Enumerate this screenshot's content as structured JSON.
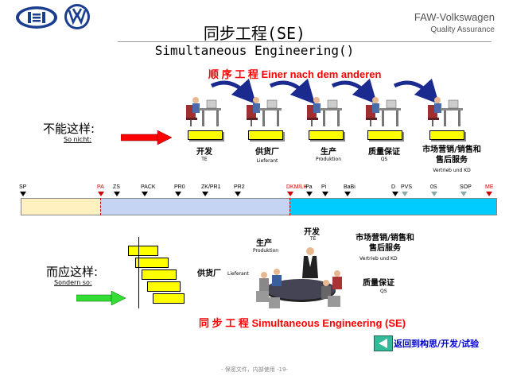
{
  "header": {
    "brand_name": "FAW-Volkswagen",
    "brand_sub": "Quality Assurance",
    "title_cn": "同步工程(SE)",
    "title_en": "Simultaneous Engineering()"
  },
  "sequential": {
    "title": "顺 序 工 程 Einer nach dem anderen",
    "not_like_cn": "不能这样:",
    "not_like_de": "So nicht:",
    "stages": [
      {
        "cn": "开发",
        "de": "TE"
      },
      {
        "cn": "供货厂",
        "de": "Lieferant"
      },
      {
        "cn": "生产",
        "de": "Produktion"
      },
      {
        "cn": "质量保证",
        "de": "QS"
      },
      {
        "cn": "市场营销/销售和\n售后服务",
        "de": "Vertrieb und KD"
      }
    ]
  },
  "timeline": {
    "milestones": [
      {
        "label": "SP",
        "style": "black"
      },
      {
        "label": "PA",
        "style": "red"
      },
      {
        "label": "ZS",
        "style": "black"
      },
      {
        "label": "PACK",
        "style": "black"
      },
      {
        "label": "PR0",
        "style": "black"
      },
      {
        "label": "ZK/PR1",
        "style": "black"
      },
      {
        "label": "PR2",
        "style": "black"
      },
      {
        "label": "DKM/LH",
        "style": "red"
      },
      {
        "label": "Pa",
        "style": "black"
      },
      {
        "label": "Pi",
        "style": "black"
      },
      {
        "label": "BaBi",
        "style": "black"
      },
      {
        "label": "D",
        "style": "black"
      },
      {
        "label": "PVS",
        "style": "open"
      },
      {
        "label": "0S",
        "style": "open"
      },
      {
        "label": "SOP",
        "style": "open"
      },
      {
        "label": "ME",
        "style": "red"
      }
    ]
  },
  "simultaneous": {
    "should_cn": "而应这样:",
    "should_de": "Sondern so:",
    "title": "同 步 工 程 Simultaneous Engineering (SE)",
    "labels": {
      "production_cn": "生产",
      "production_de": "Produktion",
      "dev_cn": "开发",
      "dev_de": "TE",
      "marketing_cn": "市场营销/销售和\n售后服务",
      "marketing_de": "Vertrieb und KD",
      "supplier_cn": "供货厂",
      "supplier_de": "Lieferant",
      "qa_cn": "质量保证",
      "qa_de": "QS"
    }
  },
  "nav": {
    "back_label": "返回到构思/开发/试验"
  },
  "footer": {
    "text": "- 保密文件，内部使用 -19-"
  },
  "colors": {
    "accent_red": "#ff0000",
    "bar_cream": "#fff2c0",
    "bar_blue": "#c4d4f2",
    "bar_cyan": "#00ccff"
  },
  "icons": [
    "faw-logo-icon",
    "vw-logo-icon",
    "worker-desk-icon",
    "curved-arrow-icon",
    "meeting-table-icon",
    "triangle-back-icon"
  ]
}
